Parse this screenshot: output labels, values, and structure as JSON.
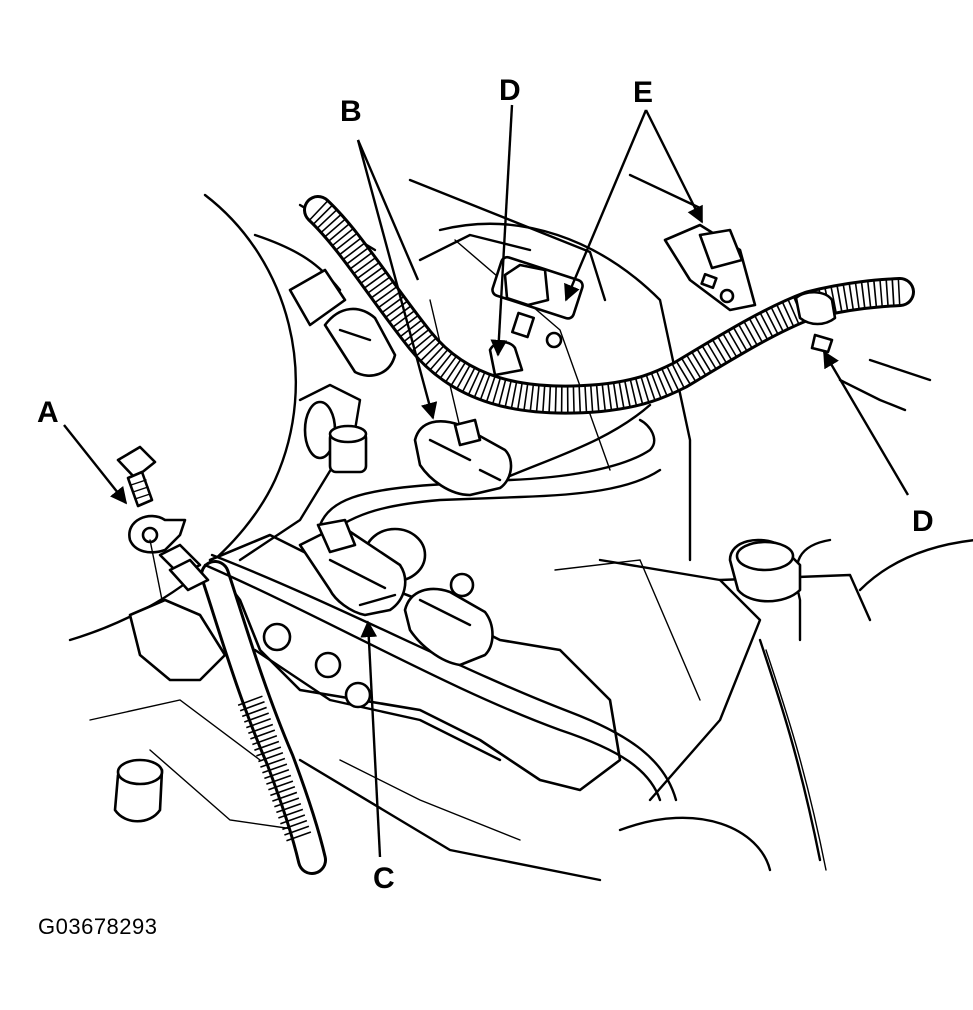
{
  "callouts": {
    "a": "A",
    "b": "B",
    "c": "C",
    "d_top": "D",
    "d_right": "D",
    "e": "E"
  },
  "figure_id": "G03678293",
  "colors": {
    "ink": "#000000",
    "paper": "#ffffff"
  }
}
